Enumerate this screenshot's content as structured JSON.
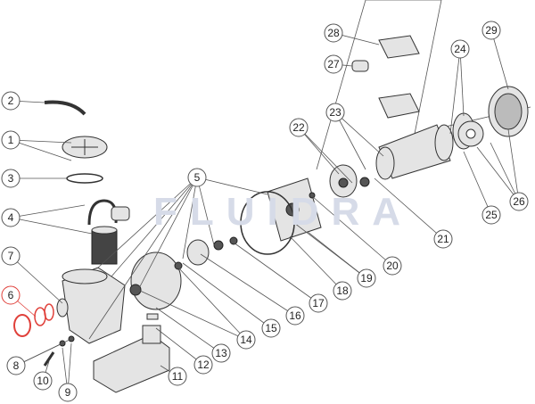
{
  "diagram": {
    "watermark": "FLUIDRA",
    "highlight_color": "#e0403a",
    "highlighted_label": "6",
    "labels": [
      "1",
      "2",
      "3",
      "4",
      "5",
      "6",
      "7",
      "8",
      "9",
      "10",
      "11",
      "12",
      "13",
      "14",
      "15",
      "16",
      "17",
      "18",
      "19",
      "20",
      "21",
      "22",
      "23",
      "24",
      "25",
      "26",
      "27",
      "28",
      "29"
    ]
  }
}
